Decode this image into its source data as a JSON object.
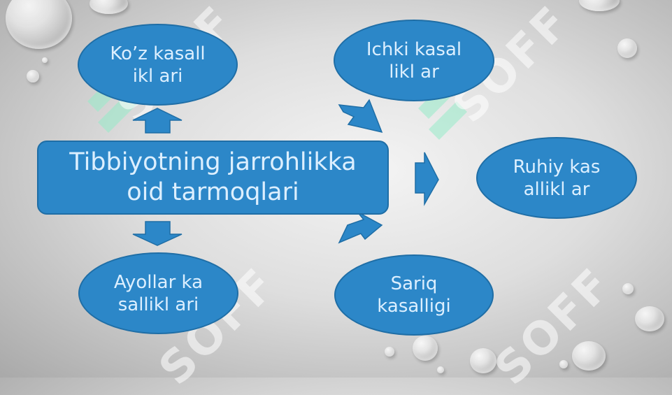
{
  "diagram": {
    "center": {
      "line1": "Tibbiyotning jarrohlikka",
      "line2": "oid tarmoqlari"
    },
    "nodes": {
      "koz": "Ko’z kasallikl ari",
      "ichki": "Ichki kasallikl ar",
      "ruhiy": "Ruhiy kasallikl ar",
      "ayollar": "Ayollar kasallikl ari",
      "sariq": "Sariq kasalligi"
    }
  },
  "watermark": {
    "text": "SOFF"
  },
  "colors": {
    "box_fill": "#2c87c8",
    "box_border": "#1f6ea6",
    "text": "#dcefff",
    "arrow": "#2c87c8"
  }
}
